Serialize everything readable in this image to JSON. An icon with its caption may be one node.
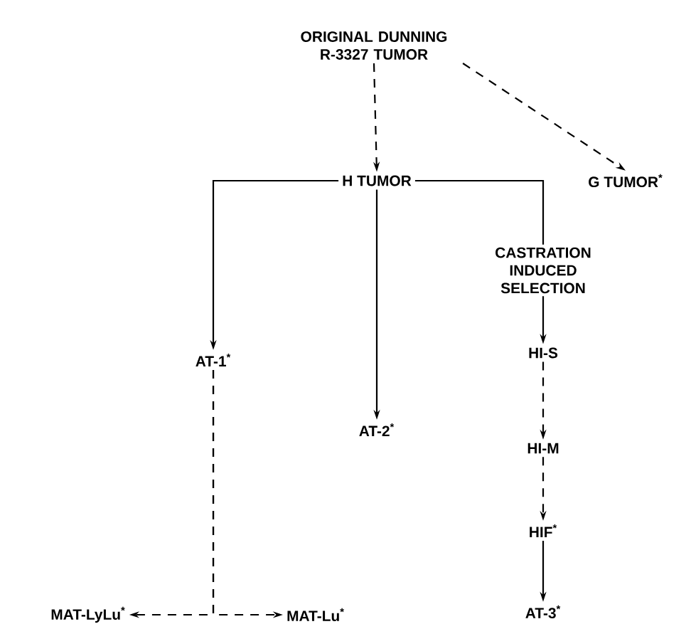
{
  "diagram": {
    "nodes": [
      {
        "text": [
          "ORIGINAL DUNNING R-3327 TUMOR"
        ]
      },
      {
        "text": [
          "H TUMOR"
        ]
      },
      {
        "text": [
          "G TUMOR$^{*}$"
        ]
      },
      {
        "text": [
          "AT-1$^{*}$"
        ]
      },
      {
        "text": [
          "AT-2$^{*}$"
        ]
      },
      {
        "text": [
          "HI-S"
        ]
      },
      {
        "text": [
          "HI-M"
        ]
      },
      {
        "text": [
          "HIF$^{*}$"
        ]
      },
      {
        "text": [
          "AT-3$^{*}$"
        ]
      },
      {
        "text": [
          "MAT-LyLu$^{*}$"
        ]
      },
      {
        "text": [
          "MAT-Lu$^{*}$"
        ]
      }
    ],
    "edges": [
      {
        "from": 0,
        "to": 1,
        "arrow": "to",
        "style": "dashed"
      },
      {
        "from": 0,
        "to": 2,
        "arrow": "to",
        "style": "dashed"
      },
      {
        "from": 1,
        "to": 3,
        "arrow": "to"
      },
      {
        "from": 1,
        "to": 4,
        "arrow": "to"
      },
      {
        "from": 1,
        "to": 5,
        "arrow": "to",
        "label": "CASTRATION INDUCED SELECTION"
      },
      {
        "from": 5,
        "to": 6,
        "arrow": "to",
        "style": "dashed"
      },
      {
        "from": 6,
        "to": 7,
        "arrow": "to",
        "style": "dashed"
      },
      {
        "from": 7,
        "to": 8,
        "arrow": "to"
      },
      {
        "from": 3,
        "to": 9,
        "arrow": "to",
        "style": "dashed"
      },
      {
        "from": 3,
        "to": 10,
        "arrow": "to",
        "style": "dashed"
      }
    ]
  }
}
